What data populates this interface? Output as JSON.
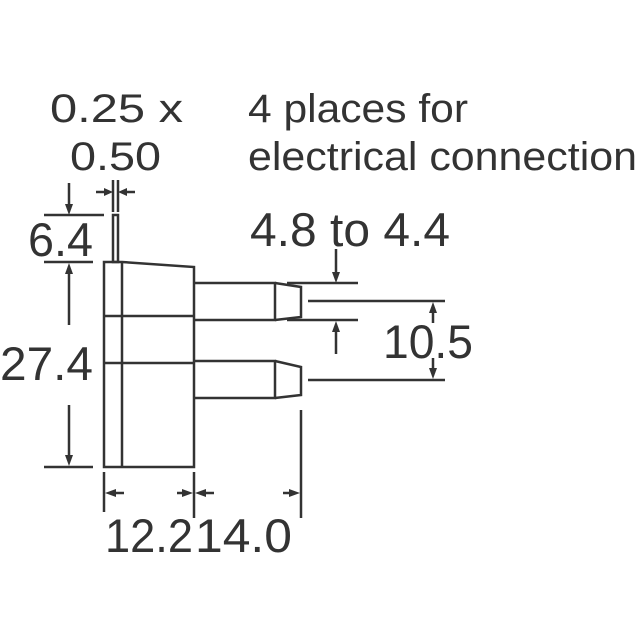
{
  "notes": {
    "pin_size_line1": "0.25 x",
    "pin_size_line2": "0.50",
    "places_line1": "4 places for",
    "places_line2": "electrical connection"
  },
  "dimensions": {
    "pin_length": "6.4",
    "body_height": "27.4",
    "tube_diameter": "4.8 to 4.4",
    "tube_spacing": "10.5",
    "body_width": "12.2",
    "tube_length": "14.0"
  },
  "colors": {
    "line": "#333333",
    "background": "#ffffff"
  }
}
